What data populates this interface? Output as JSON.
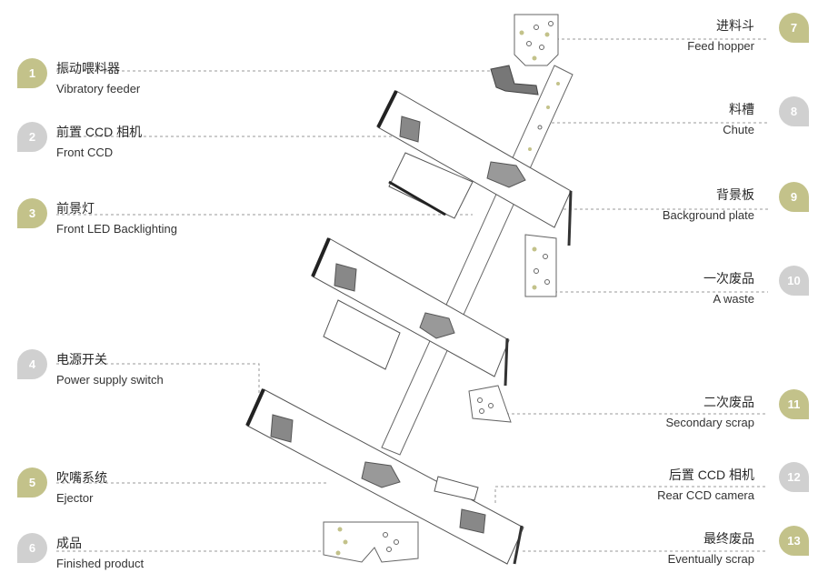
{
  "colors": {
    "green": "#c3c28a",
    "gray": "#d0d0d0",
    "line": "#999999",
    "machine": "#555555"
  },
  "callouts_left": [
    {
      "num": "1",
      "zh": "振动喂料器",
      "en": "Vibratory feeder",
      "tone": "green"
    },
    {
      "num": "2",
      "zh": "前置 CCD 相机",
      "en": "Front CCD",
      "tone": "gray"
    },
    {
      "num": "3",
      "zh": "前景灯",
      "en": "Front LED Backlighting",
      "tone": "green"
    },
    {
      "num": "4",
      "zh": "电源开关",
      "en": "Power supply switch",
      "tone": "gray"
    },
    {
      "num": "5",
      "zh": "吹嘴系统",
      "en": "Ejector",
      "tone": "green"
    },
    {
      "num": "6",
      "zh": "成品",
      "en": "Finished product",
      "tone": "gray"
    }
  ],
  "callouts_right": [
    {
      "num": "7",
      "zh": "进料斗",
      "en": "Feed hopper",
      "tone": "green"
    },
    {
      "num": "8",
      "zh": "料槽",
      "en": "Chute",
      "tone": "gray"
    },
    {
      "num": "9",
      "zh": "背景板",
      "en": "Background plate",
      "tone": "green"
    },
    {
      "num": "10",
      "zh": "一次废品",
      "en": "A waste",
      "tone": "gray"
    },
    {
      "num": "11",
      "zh": "二次废品",
      "en": "Secondary scrap",
      "tone": "green"
    },
    {
      "num": "12",
      "zh": "后置 CCD 相机",
      "en": "Rear CCD camera",
      "tone": "gray"
    },
    {
      "num": "13",
      "zh": "最终废品",
      "en": "Eventually scrap",
      "tone": "green"
    }
  ]
}
